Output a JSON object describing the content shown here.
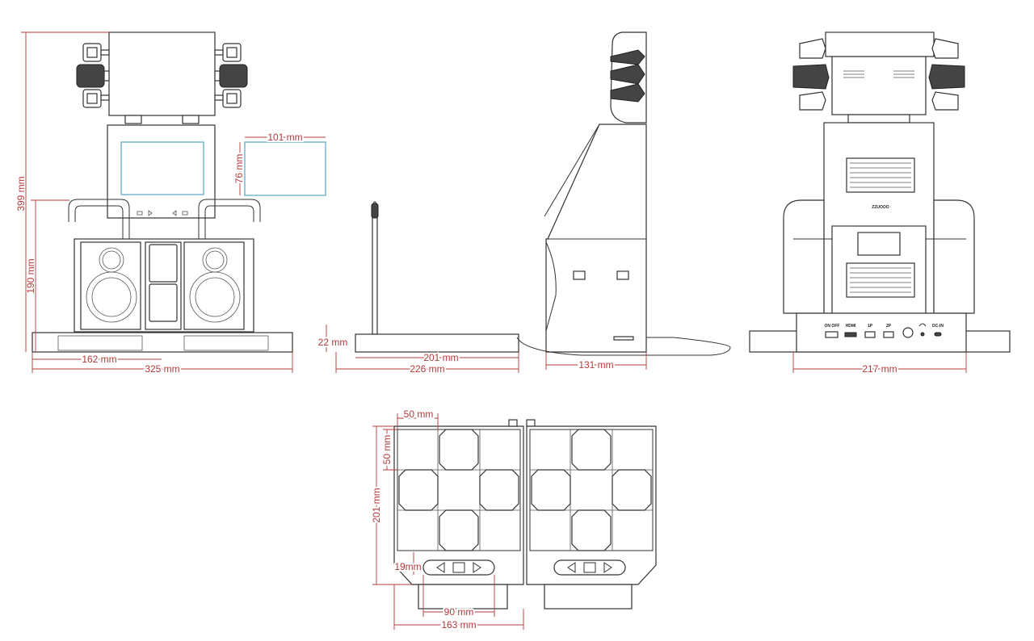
{
  "dimensions": {
    "front": {
      "total_height": "399 mm",
      "lower_height": "190 mm",
      "base_width": "162 mm",
      "total_width": "325 mm",
      "screen_width": "101 mm",
      "screen_height": "76 mm"
    },
    "pole": {
      "height": "22 mm",
      "base_length": "201 mm",
      "total_length": "226 mm"
    },
    "side": {
      "depth": "131 mm"
    },
    "back": {
      "width": "217 mm",
      "brand": "ZZUOOO",
      "port_labels": [
        "ON OFF",
        "HDMI",
        "1P",
        "2P",
        "",
        "DC-IN"
      ]
    },
    "pad": {
      "panel_width": "50 mm",
      "panel_height": "50 mm",
      "total_height": "201 mm",
      "bottom_offset": "19mm",
      "control_width": "90 mm",
      "total_width": "163 mm"
    }
  },
  "colors": {
    "dimension": "#b43a3a",
    "screen_outline": "#5aa4c8",
    "line": "#333333"
  }
}
